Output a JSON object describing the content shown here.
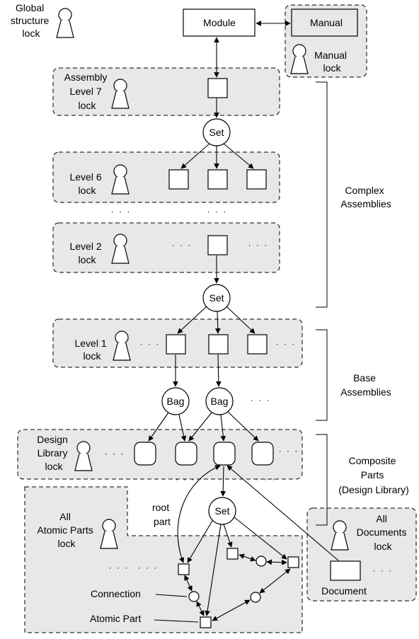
{
  "global_lock": [
    "Global",
    "structure",
    "lock"
  ],
  "module": "Module",
  "manual": "Manual",
  "manual_lock": [
    "Manual",
    "lock"
  ],
  "assembly7_lock": [
    "Assembly",
    "Level 7",
    "lock"
  ],
  "level6_lock": [
    "Level 6",
    "lock"
  ],
  "level2_lock": [
    "Level 2",
    "lock"
  ],
  "level1_lock": [
    "Level 1",
    "lock"
  ],
  "design_library_lock": [
    "Design",
    "Library",
    "lock"
  ],
  "atomic_parts_lock": [
    "All",
    "Atomic Parts",
    "lock"
  ],
  "documents_lock": [
    "All",
    "Documents",
    "lock"
  ],
  "set_label": "Set",
  "bag_label": "Bag",
  "ellipsis": "· · ·",
  "complex_assemblies": [
    "Complex",
    "Assemblies"
  ],
  "base_assemblies": [
    "Base",
    "Assemblies"
  ],
  "composite_parts": [
    "Composite",
    "Parts",
    "(Design Library)"
  ],
  "root_part": [
    "root",
    "part"
  ],
  "connection": "Connection",
  "atomic_part": "Atomic Part",
  "document": "Document"
}
